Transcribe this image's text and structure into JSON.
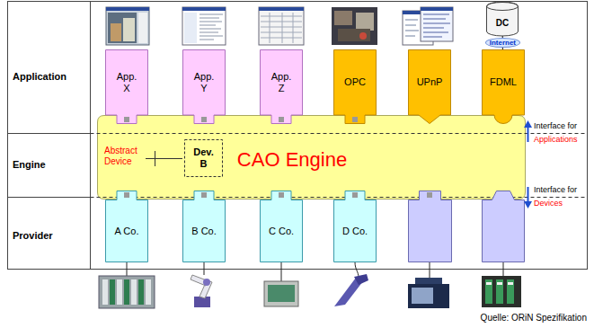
{
  "diagram": {
    "nodes": [
      {
        "text": [
          "DC"
        ]
      },
      {
        "text": [
          "App. X"
        ]
      },
      {
        "text": [
          "App. Y"
        ]
      },
      {
        "text": [
          "App. Z"
        ]
      },
      {
        "text": [
          "OPC"
        ]
      },
      {
        "text": [
          "UPnP"
        ]
      },
      {
        "text": [
          "FDML"
        ]
      },
      {
        "text": [
          "Abstract Device",
          "CAO Engine"
        ]
      },
      {
        "text": [
          "Dev. B"
        ],
        "in": 7
      },
      {
        "text": [
          "A Co."
        ]
      },
      {
        "text": [
          "B Co."
        ]
      },
      {
        "text": [
          "C Co."
        ]
      },
      {
        "text": [
          "D Co."
        ]
      }
    ],
    "edges": [
      {
        "from": 0,
        "to": 6,
        "arrow": "none",
        "label": "Internet"
      }
    ],
    "labels": [
      "Application",
      "Engine",
      "Provider",
      "Interface for",
      "Applications",
      "Interface for",
      "Devices",
      "Quelle: ORiN Spezifikation"
    ]
  }
}
